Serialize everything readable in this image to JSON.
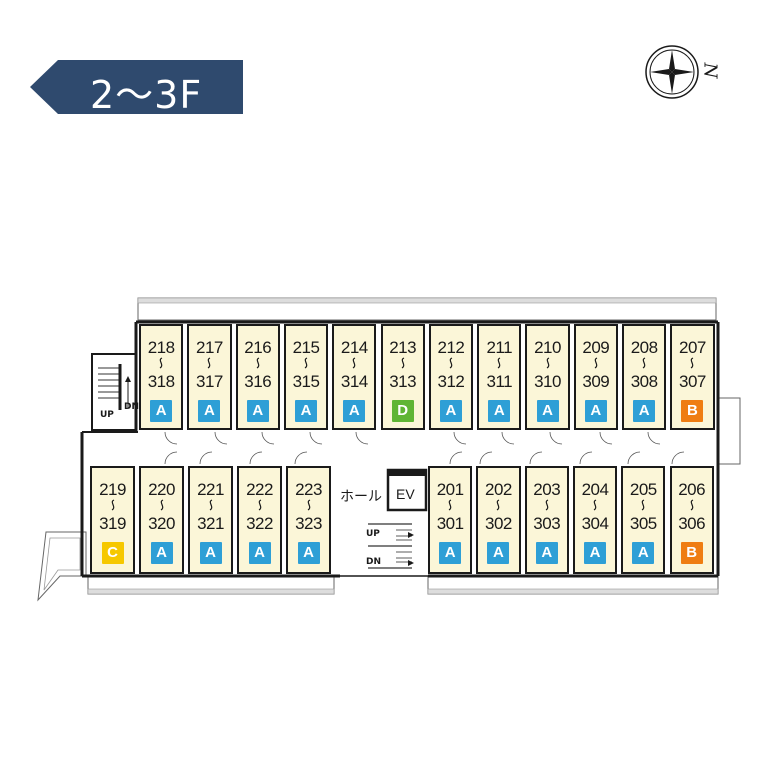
{
  "floor_label": "2～3F",
  "compass_letter": "N",
  "hall_label": "ホール",
  "ev_label": "EV",
  "stair_up": "UP",
  "stair_dn": "DN",
  "type_colors": {
    "A": "#2e9fd6",
    "B": "#ef7d12",
    "C": "#f6c800",
    "D": "#5fb534"
  },
  "top_rooms": [
    {
      "lower": "218",
      "upper": "318",
      "type": "A"
    },
    {
      "lower": "217",
      "upper": "317",
      "type": "A"
    },
    {
      "lower": "216",
      "upper": "316",
      "type": "A"
    },
    {
      "lower": "215",
      "upper": "315",
      "type": "A"
    },
    {
      "lower": "214",
      "upper": "314",
      "type": "A"
    },
    {
      "lower": "213",
      "upper": "313",
      "type": "D"
    },
    {
      "lower": "212",
      "upper": "312",
      "type": "A"
    },
    {
      "lower": "211",
      "upper": "311",
      "type": "A"
    },
    {
      "lower": "210",
      "upper": "310",
      "type": "A"
    },
    {
      "lower": "209",
      "upper": "309",
      "type": "A"
    },
    {
      "lower": "208",
      "upper": "308",
      "type": "A"
    },
    {
      "lower": "207",
      "upper": "307",
      "type": "B"
    }
  ],
  "bottom_left_rooms": [
    {
      "lower": "219",
      "upper": "319",
      "type": "C"
    },
    {
      "lower": "220",
      "upper": "320",
      "type": "A"
    },
    {
      "lower": "221",
      "upper": "321",
      "type": "A"
    },
    {
      "lower": "222",
      "upper": "322",
      "type": "A"
    },
    {
      "lower": "223",
      "upper": "323",
      "type": "A"
    }
  ],
  "bottom_right_rooms": [
    {
      "lower": "201",
      "upper": "301",
      "type": "A"
    },
    {
      "lower": "202",
      "upper": "302",
      "type": "A"
    },
    {
      "lower": "203",
      "upper": "303",
      "type": "A"
    },
    {
      "lower": "204",
      "upper": "304",
      "type": "A"
    },
    {
      "lower": "205",
      "upper": "305",
      "type": "A"
    },
    {
      "lower": "206",
      "upper": "306",
      "type": "B"
    }
  ]
}
